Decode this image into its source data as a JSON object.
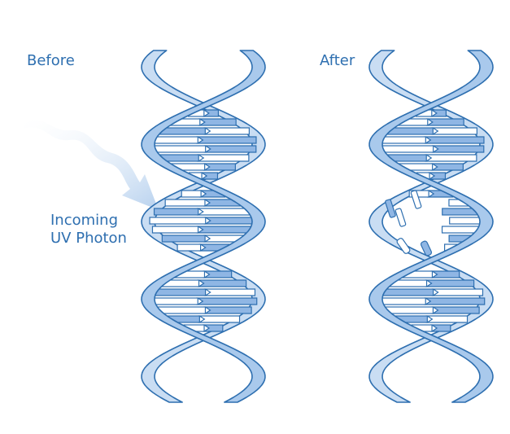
{
  "labels": {
    "before": "Before",
    "after": "After",
    "photon_line1": "Incoming",
    "photon_line2": "UV Photon"
  },
  "colors": {
    "strand_fill": "#a9c9ec",
    "strand_fill_back": "#c9ddf3",
    "outline": "#2e6fb0",
    "base_dark": "#8fb6e4",
    "base_light": "#ffffff",
    "text": "#2e6fb0",
    "arrow": "#d4e4f6"
  },
  "icons": {
    "arrow": "wavy-arrow-icon"
  }
}
